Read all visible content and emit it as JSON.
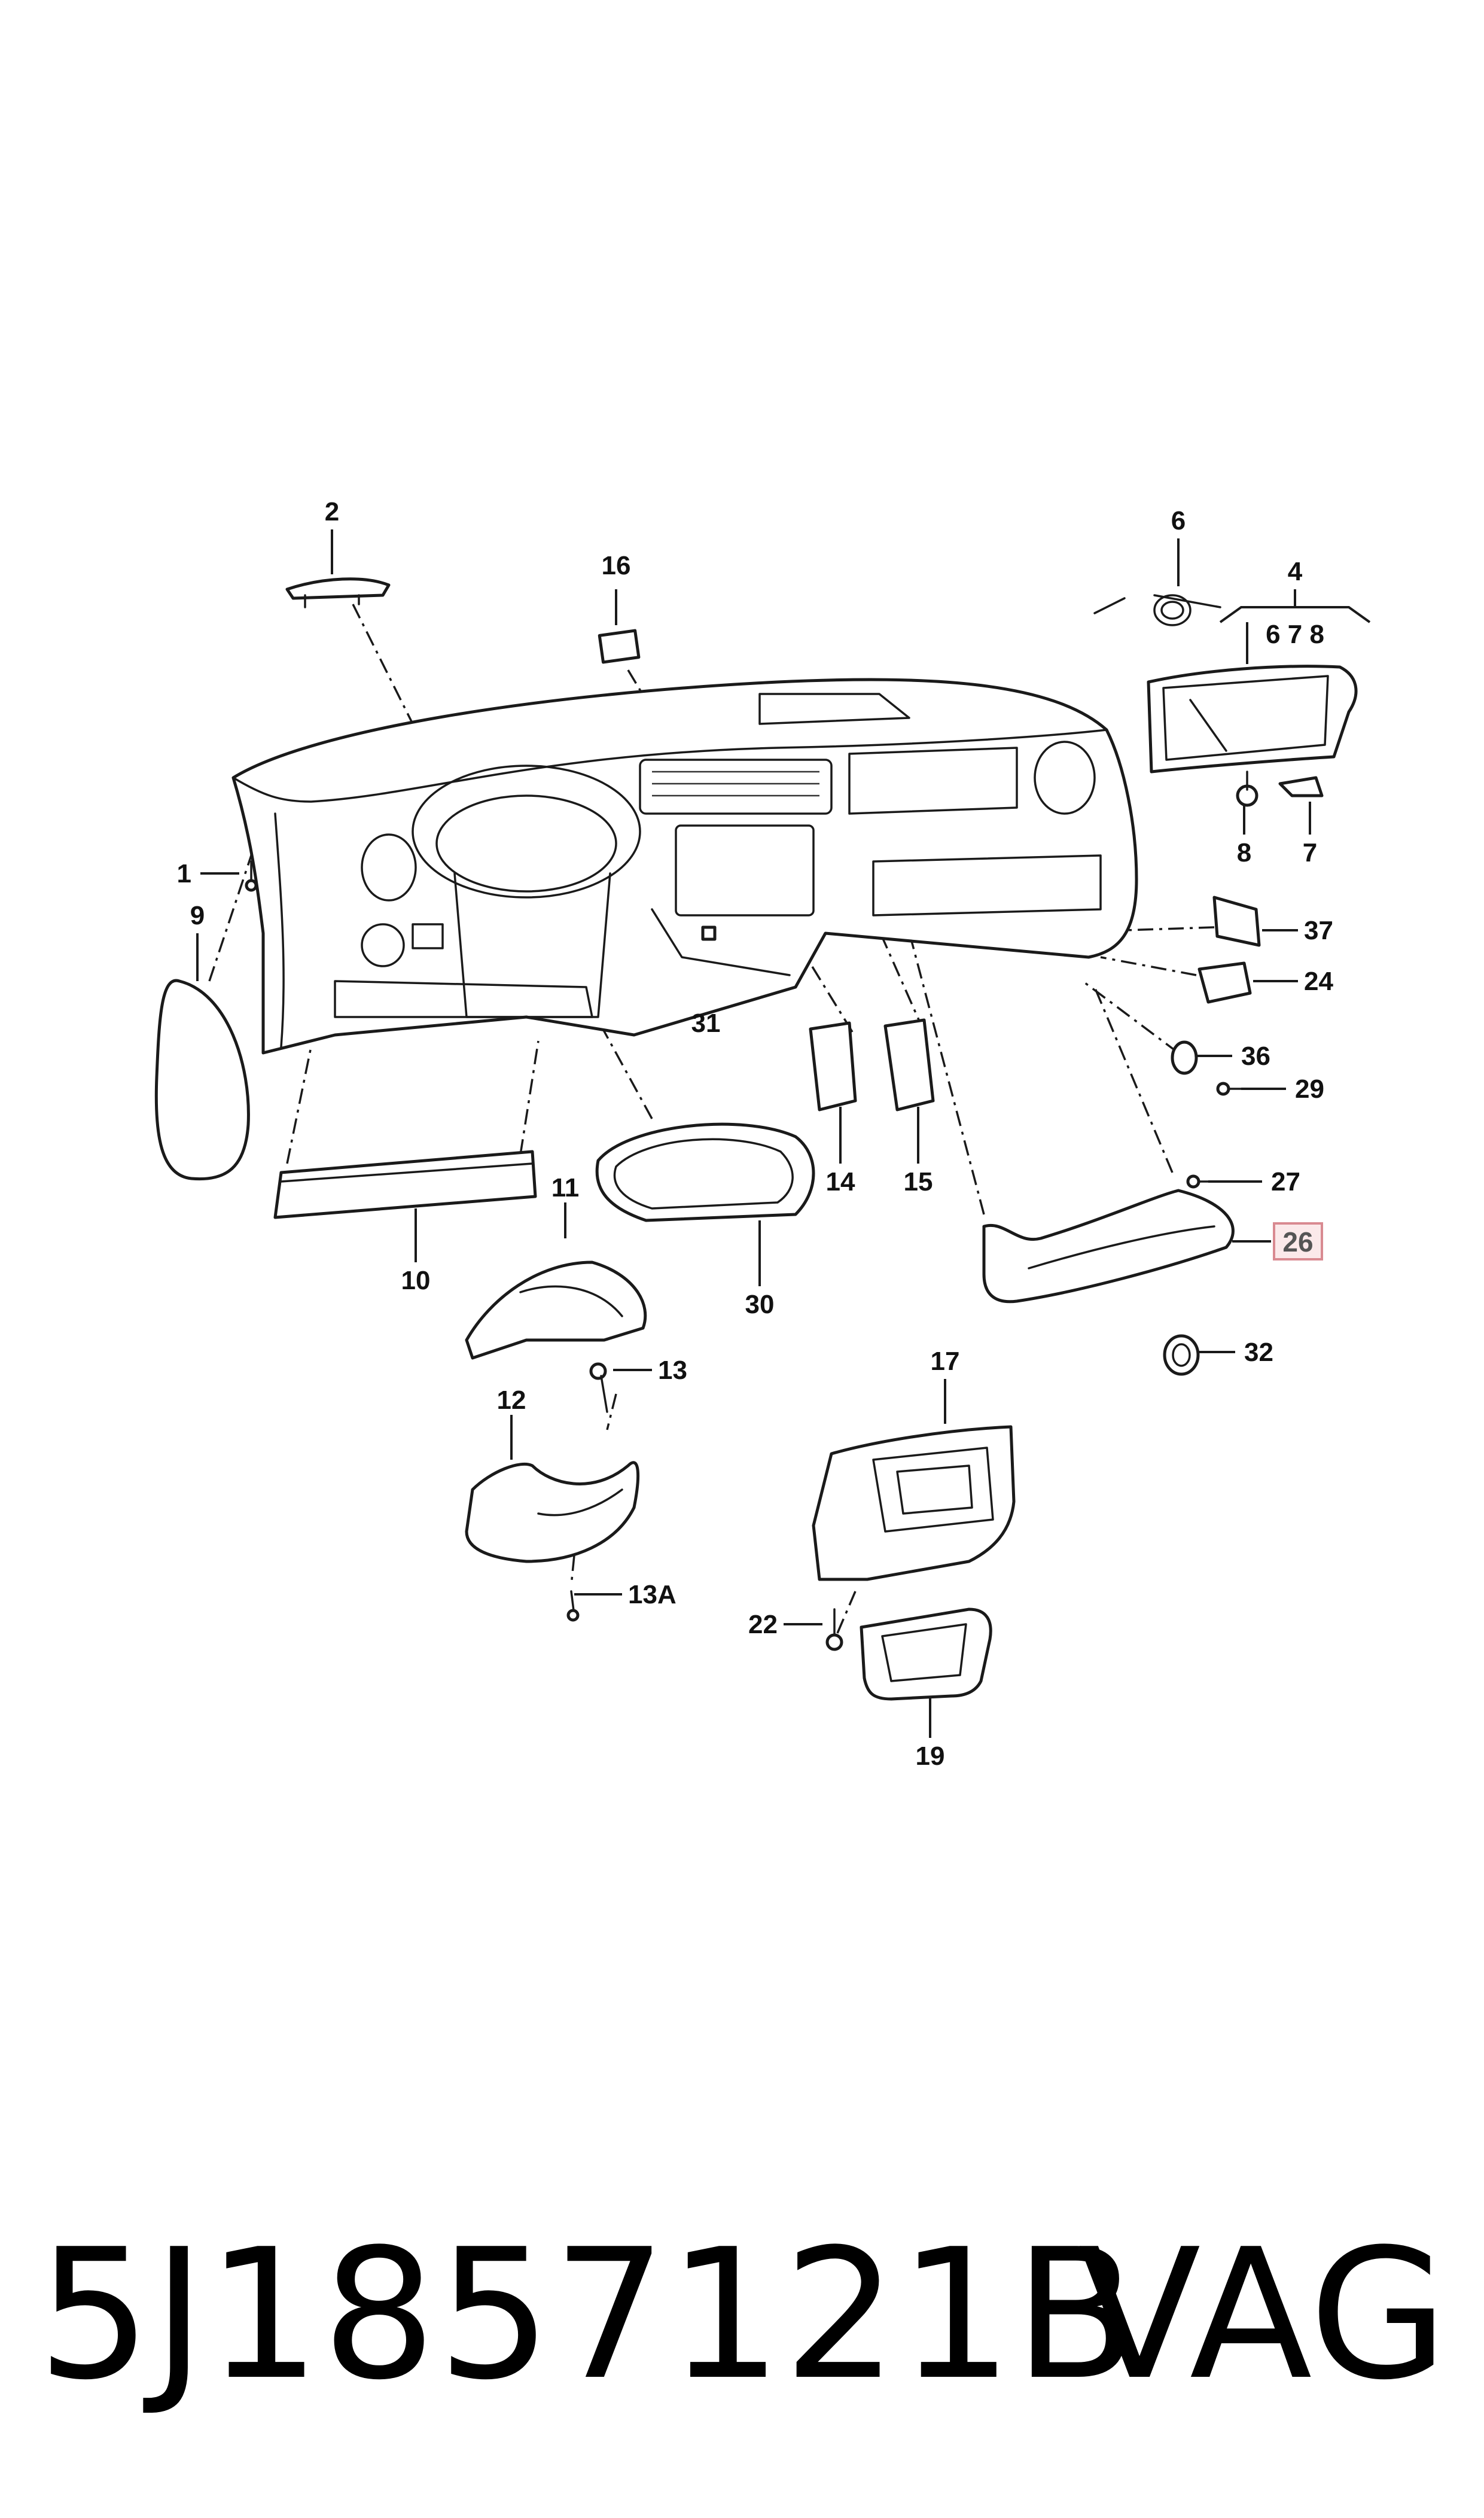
{
  "diagram": {
    "callouts": {
      "c1": "1",
      "c2": "2",
      "c4": "4",
      "c4sub": "6 7 8",
      "c6": "6",
      "c7": "7",
      "c8": "8",
      "c9": "9",
      "c10": "10",
      "c11": "11",
      "c12": "12",
      "c13": "13",
      "c13a": "13A",
      "c14": "14",
      "c15": "15",
      "c16": "16",
      "c17": "17",
      "c19": "19",
      "c22": "22",
      "c24": "24",
      "c26": "26",
      "c27": "27",
      "c29": "29",
      "c30": "30",
      "c31": "31",
      "c32": "32",
      "c36": "36",
      "c37": "37"
    },
    "highlighted_callout": "26",
    "highlight_color": "#d98a91"
  },
  "footer": {
    "part_number": "5J1857121B",
    "manufacturer": "VAG"
  }
}
